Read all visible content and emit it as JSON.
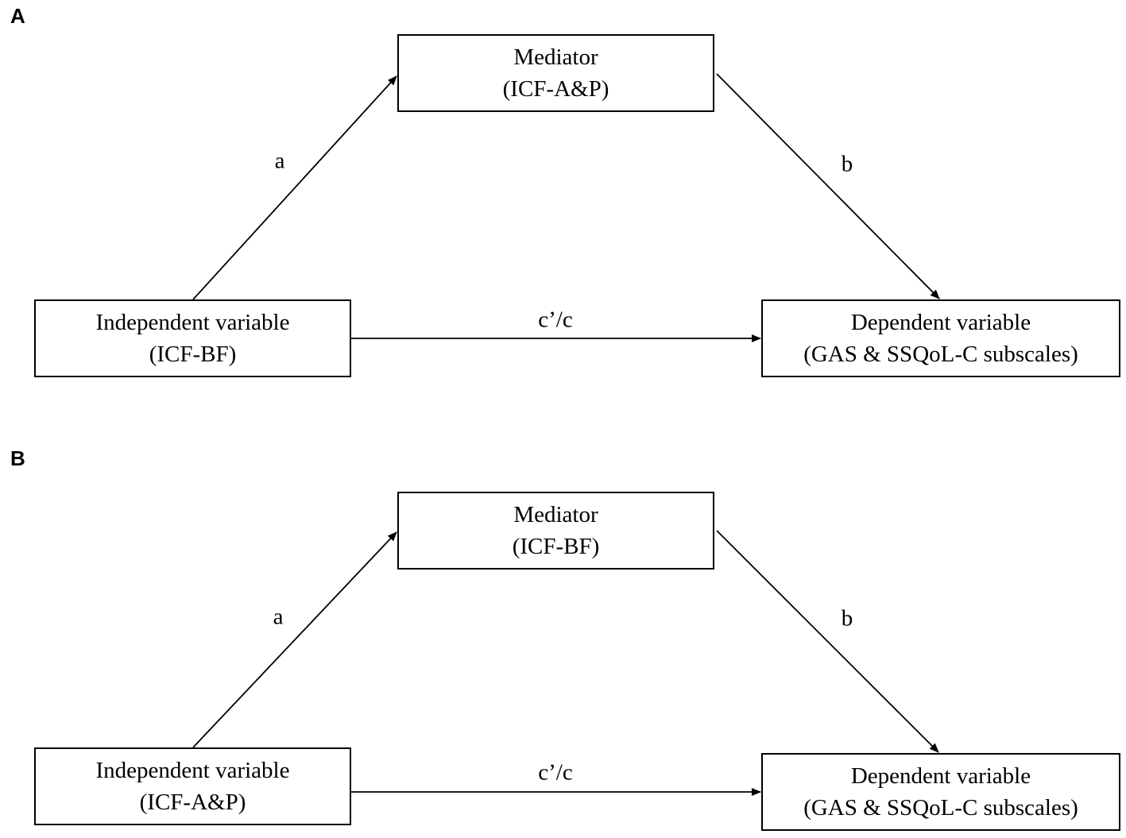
{
  "panels": [
    {
      "letter": "A",
      "mediator": {
        "title": "Mediator",
        "sub": "(ICF-A&P)"
      },
      "independent": {
        "title": "Independent variable",
        "sub": "(ICF-BF)"
      },
      "dependent": {
        "title": "Dependent variable",
        "sub": "(GAS & SSQoL-C subscales)"
      },
      "paths": {
        "a": "a",
        "b": "b",
        "c": "c’/c"
      }
    },
    {
      "letter": "B",
      "mediator": {
        "title": "Mediator",
        "sub": "(ICF-BF)"
      },
      "independent": {
        "title": "Independent variable",
        "sub": "(ICF-A&P)"
      },
      "dependent": {
        "title": "Dependent variable",
        "sub": "(GAS & SSQoL-C subscales)"
      },
      "paths": {
        "a": "a",
        "b": "b",
        "c": "c’/c"
      }
    }
  ]
}
